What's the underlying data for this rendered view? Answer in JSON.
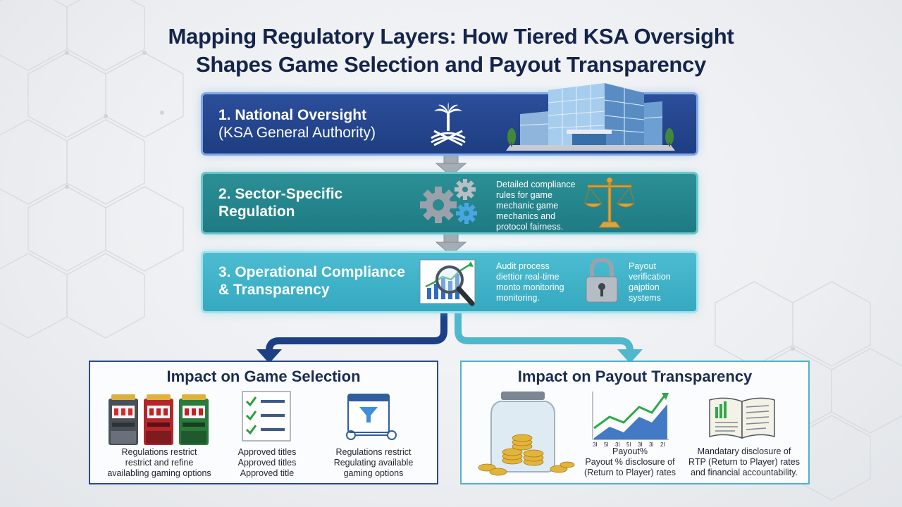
{
  "title": {
    "line1": "Mapping Regulatory Layers: How Tiered KSA Oversight",
    "line2": "Shapes Game Selection and Payout Transparency"
  },
  "tiers": [
    {
      "title_line1": "1. National Oversight",
      "title_line2": "(KSA General Authority)",
      "icons": [
        "palm-swords-emblem-icon",
        "government-building-icon"
      ],
      "color": "#1e3d82"
    },
    {
      "title_line1": "2. Sector-Specific",
      "title_line2": "Regulation",
      "note_lines": [
        "Detailed compliance",
        "rules for game",
        "mechanic game",
        "mechanics and",
        "protocol fairness."
      ],
      "icons": [
        "gears-icon",
        "balance-scale-icon"
      ],
      "color": "#1f7a83"
    },
    {
      "title_line1": "3. Operational Compliance",
      "title_line2": "& Transparency",
      "note_lines": [
        "Audit process",
        "diettior real-time",
        "monto monitoring",
        "monitoring."
      ],
      "note2_lines": [
        "Payout",
        "verification",
        "gajption",
        "systems"
      ],
      "icons": [
        "audit-chart-magnifier-icon",
        "padlock-icon"
      ],
      "color": "#35a9c0"
    }
  ],
  "panels": {
    "game_selection": {
      "heading": "Impact on Game Selection",
      "items": [
        {
          "icon": "slot-machines-icon",
          "lines": [
            "Regulations restrict",
            "restrict and refine",
            "availabling gaming options"
          ]
        },
        {
          "icon": "checklist-icon",
          "lines": [
            "Approved titles",
            "Approved titles",
            "Approved title"
          ]
        },
        {
          "icon": "filter-browser-icon",
          "lines": [
            "Regulations restrict",
            "Regulating available",
            "gaming options"
          ]
        }
      ]
    },
    "payout_transparency": {
      "heading": "Impact on Payout Transparency",
      "items": [
        {
          "icon": "coin-jar-icon",
          "lines": []
        },
        {
          "icon": "rising-chart-icon",
          "lines": [
            "Payout%",
            "Payout % disclosure of",
            "(Return to Player) rates"
          ],
          "chart_ticks": [
            "3I",
            "5I",
            "3I",
            "5I",
            "3I",
            "3I",
            "2I"
          ]
        },
        {
          "icon": "open-book-report-icon",
          "lines": [
            "Mandatary disclosure of",
            "RTP (Return to Player) rates",
            "and financial accountability."
          ]
        }
      ]
    }
  },
  "colors": {
    "title": "#14244a",
    "tier1": "#1e3d82",
    "tier2": "#1f7a83",
    "tier3": "#35a9c0",
    "left_panel_border": "#2a4c8c",
    "right_panel_border": "#4eb3c6"
  }
}
